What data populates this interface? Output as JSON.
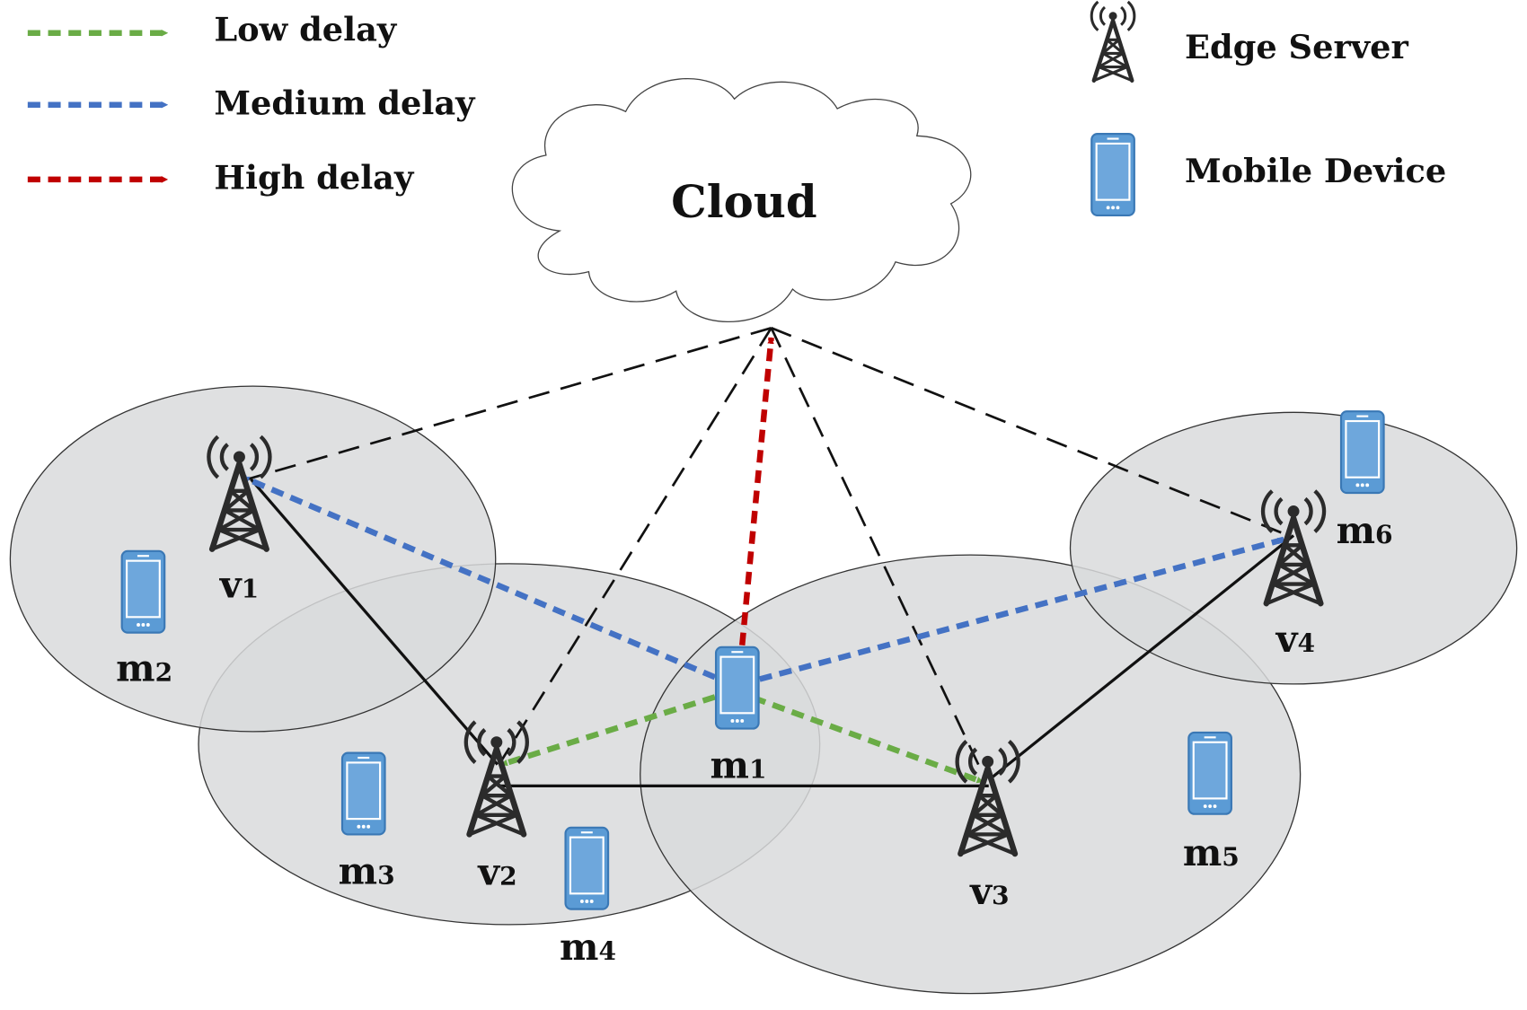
{
  "legend": {
    "low_delay": "Low delay",
    "medium_delay": "Medium delay",
    "high_delay": "High delay",
    "edge_server": "Edge Server",
    "mobile_device": "Mobile Device"
  },
  "cloud": {
    "label": "Cloud"
  },
  "nodes": {
    "v1": {
      "main": "v",
      "sub": "1"
    },
    "v2": {
      "main": "v",
      "sub": "2"
    },
    "v3": {
      "main": "v",
      "sub": "3"
    },
    "v4": {
      "main": "v",
      "sub": "4"
    },
    "m1": {
      "main": "m",
      "sub": "1"
    },
    "m2": {
      "main": "m",
      "sub": "2"
    },
    "m3": {
      "main": "m",
      "sub": "3"
    },
    "m4": {
      "main": "m",
      "sub": "4"
    },
    "m5": {
      "main": "m",
      "sub": "5"
    },
    "m6": {
      "main": "m",
      "sub": "6"
    }
  },
  "colors": {
    "low_delay": "#6aac46",
    "medium_delay": "#4472c4",
    "high_delay": "#c00000",
    "cell_fill": "#d9dadc",
    "device_fill": "#5b9bd5",
    "tower": "#2b2b2b"
  }
}
